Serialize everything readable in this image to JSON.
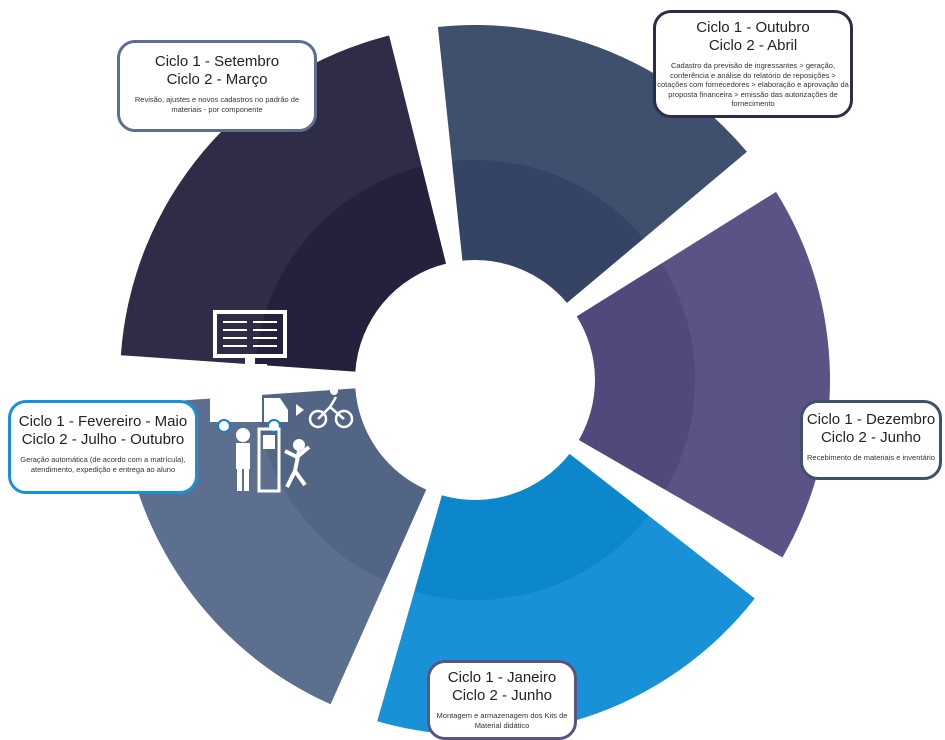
{
  "stages": [
    {
      "id": "setembro",
      "title_line1": "Ciclo 1 - Setembro",
      "title_line2": "Ciclo 2 - Março",
      "description": "Revisão, ajustes e novos cadastros no padrão de materiais - por componente",
      "color": "#5d6f8f",
      "icons": [
        "magnifier-icon",
        "sliders-icon",
        "plus-icon",
        "desk-worker-icon"
      ]
    },
    {
      "id": "outubro",
      "title_line1": "Ciclo 1 - Outubro",
      "title_line2": "Ciclo 2 - Abril",
      "description": "Cadastro da previsão de ingressantes > geração, conferência e análise do relatório de reposições > cotações com fornecedores > elaboração e aprovação da proposta financeira > emissão das autorizações de fornecimento",
      "color": "#2e2c46",
      "icons": [
        "desk-worker-icon"
      ]
    },
    {
      "id": "dezembro",
      "title_line1": "Ciclo 1 - Dezembro",
      "title_line2": "Ciclo 2 - Junho",
      "description": "Recebimento de materiais e inventário",
      "color": "#3f4f6e",
      "icons": [
        "hand-truck-worker-icon",
        "shelves-icon",
        "box-icon",
        "clipboard-checklist-icon"
      ]
    },
    {
      "id": "janeiro",
      "title_line1": "Ciclo 1 - Janeiro",
      "title_line2": "Ciclo 2 - Junho",
      "description": "Montagem e armazenagem dos Kits de Material didático",
      "color": "#5a5386",
      "icons": [
        "hand-truck-worker-icon",
        "book-stack-icon"
      ]
    },
    {
      "id": "fevereiro",
      "title_line1": "Ciclo 1 - Fevereiro - Maio",
      "title_line2": "Ciclo 2 - Julho - Outubro",
      "description": "Geração automática (de acordo com a matrícula), atendimento, expedição e entrega ao aluno",
      "color": "#1891d6",
      "icons": [
        "monitor-icon",
        "delivery-truck-icon",
        "cyclist-icon",
        "counter-service-icon"
      ]
    }
  ]
}
